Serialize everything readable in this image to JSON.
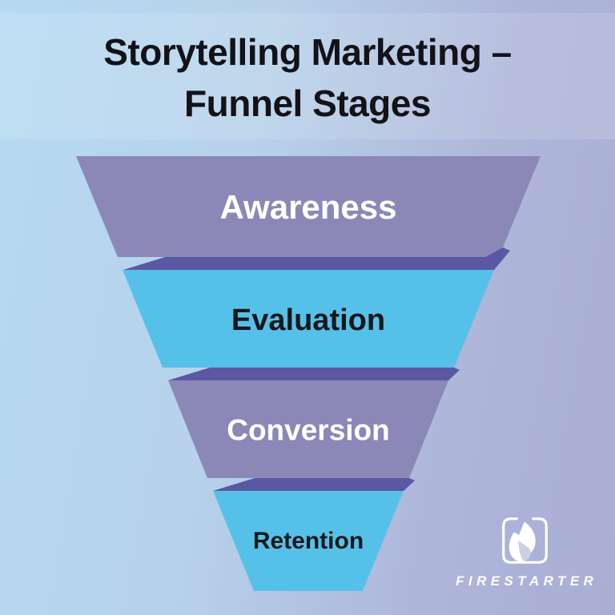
{
  "title": {
    "line1": "Storytelling Marketing –",
    "line2": "Funnel Stages"
  },
  "colors": {
    "background_left": "#b5daf1",
    "background_right": "#a9aed4",
    "title_text": "#121218",
    "fold_dark_purple": "#5a57a3",
    "stage_purple": "#8b88b8",
    "stage_blue": "#56c1e8",
    "logo_white": "#ffffff",
    "flame_shade": "#ccd0e6"
  },
  "funnel": {
    "stages": [
      {
        "label": "Awareness",
        "fill": "#8b88b8",
        "text_color": "#ffffff"
      },
      {
        "label": "Evaluation",
        "fill": "#56c1e8",
        "text_color": "#17171b"
      },
      {
        "label": "Conversion",
        "fill": "#8b88b8",
        "text_color": "#ffffff"
      },
      {
        "label": "Retention",
        "fill": "#56c1e8",
        "text_color": "#17171b"
      }
    ]
  },
  "brand": {
    "wordmark": "FIRESTARTER",
    "icon": "flame-in-bracket-square"
  }
}
